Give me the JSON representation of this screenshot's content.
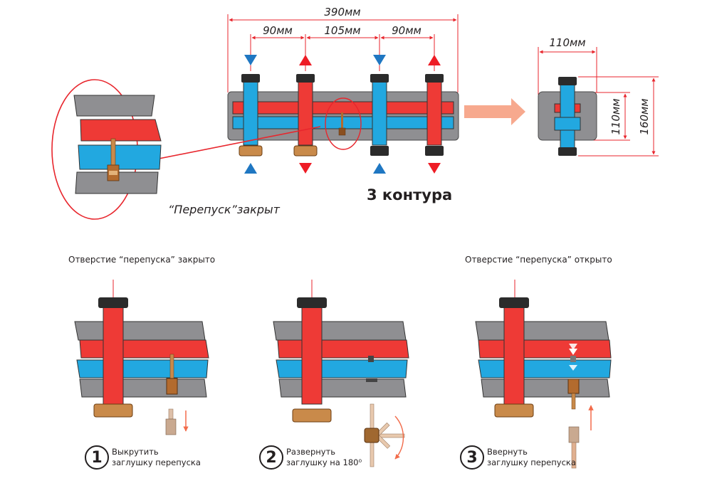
{
  "colors": {
    "hot": "#ee3a36",
    "cold": "#22a8e0",
    "body_gray": "#8f8f92",
    "dim_red": "#e8262d",
    "arrow_salmon": "#f7a98e",
    "brass": "#b36b2e",
    "dark": "#2b2b2b"
  },
  "top": {
    "dims": {
      "overall": "390мм",
      "spacing": [
        "90мм",
        "105мм",
        "90мм"
      ],
      "side_width": "110мм",
      "side_height_body": "110мм",
      "side_height_total": "160мм"
    },
    "top_arrows": [
      "down-blue",
      "up-red",
      "down-blue",
      "up-red"
    ],
    "bottom_arrows": [
      "up-blue",
      "down-red",
      "up-blue",
      "down-red"
    ],
    "title": "3 контура",
    "zoom_caption": "“Перепуск”закрыт"
  },
  "bottom": {
    "left_heading": "Отверстие “перепуска” закрыто",
    "right_heading": "Отверстие “перепуска” открыто",
    "steps": [
      {
        "num": "1",
        "line1": "Выкрутить",
        "line2": "заглушку перепуска"
      },
      {
        "num": "2",
        "line1": "Развернуть",
        "line2": "заглушку на 180⁰"
      },
      {
        "num": "3",
        "line1": "Ввернуть",
        "line2": "заглушку перепуска"
      }
    ]
  }
}
